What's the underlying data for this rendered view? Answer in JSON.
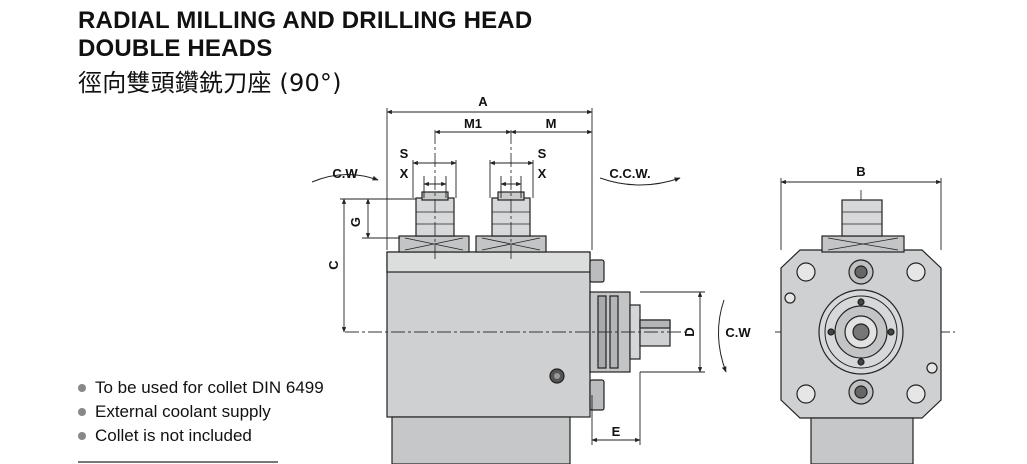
{
  "title": {
    "line1": "RADIAL MILLING AND DRILLING HEAD",
    "line2": "DOUBLE HEADS",
    "line3": "徑向雙頭鑽銑刀座 (90°)"
  },
  "features": [
    "To be used for collet DIN 6499",
    "External coolant supply",
    "Collet is not included"
  ],
  "dimension_labels": {
    "a": "A",
    "b": "B",
    "c": "C",
    "d": "D",
    "e": "E",
    "g": "G",
    "m": "M",
    "m1": "M1",
    "s": "S",
    "x": "X"
  },
  "rotation_labels": {
    "cw": "C.W",
    "ccw": "C.C.W.",
    "cw_output": "C.W"
  },
  "colors": {
    "body": "#cfd0d1",
    "body_dark": "#a9aaac",
    "outline": "#222222",
    "bullet": "#888888"
  }
}
